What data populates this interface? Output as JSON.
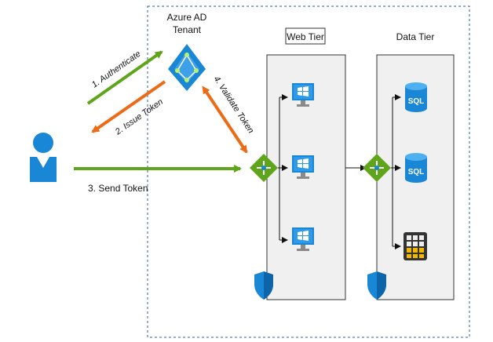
{
  "azure_ad": {
    "label_line1": "Azure AD",
    "label_line2": "Tenant"
  },
  "tiers": {
    "web": "Web Tier",
    "data": "Data Tier"
  },
  "flows": {
    "authenticate": "1. Authenticate",
    "issue_token": "2. Issue Token",
    "send_token": "3. Send Token",
    "validate_token": "4. Validate Token"
  },
  "sql_label": "SQL",
  "colors": {
    "green": "#5ea51b",
    "orange": "#ec6b17",
    "azure_blue": "#1a86d6",
    "dashed_border": "#2f5ea8"
  },
  "icons": [
    "user-icon",
    "azure-ad-icon",
    "load-balancer-icon",
    "vm-icon",
    "sql-db-icon",
    "storage-grid-icon",
    "shield-icon"
  ]
}
